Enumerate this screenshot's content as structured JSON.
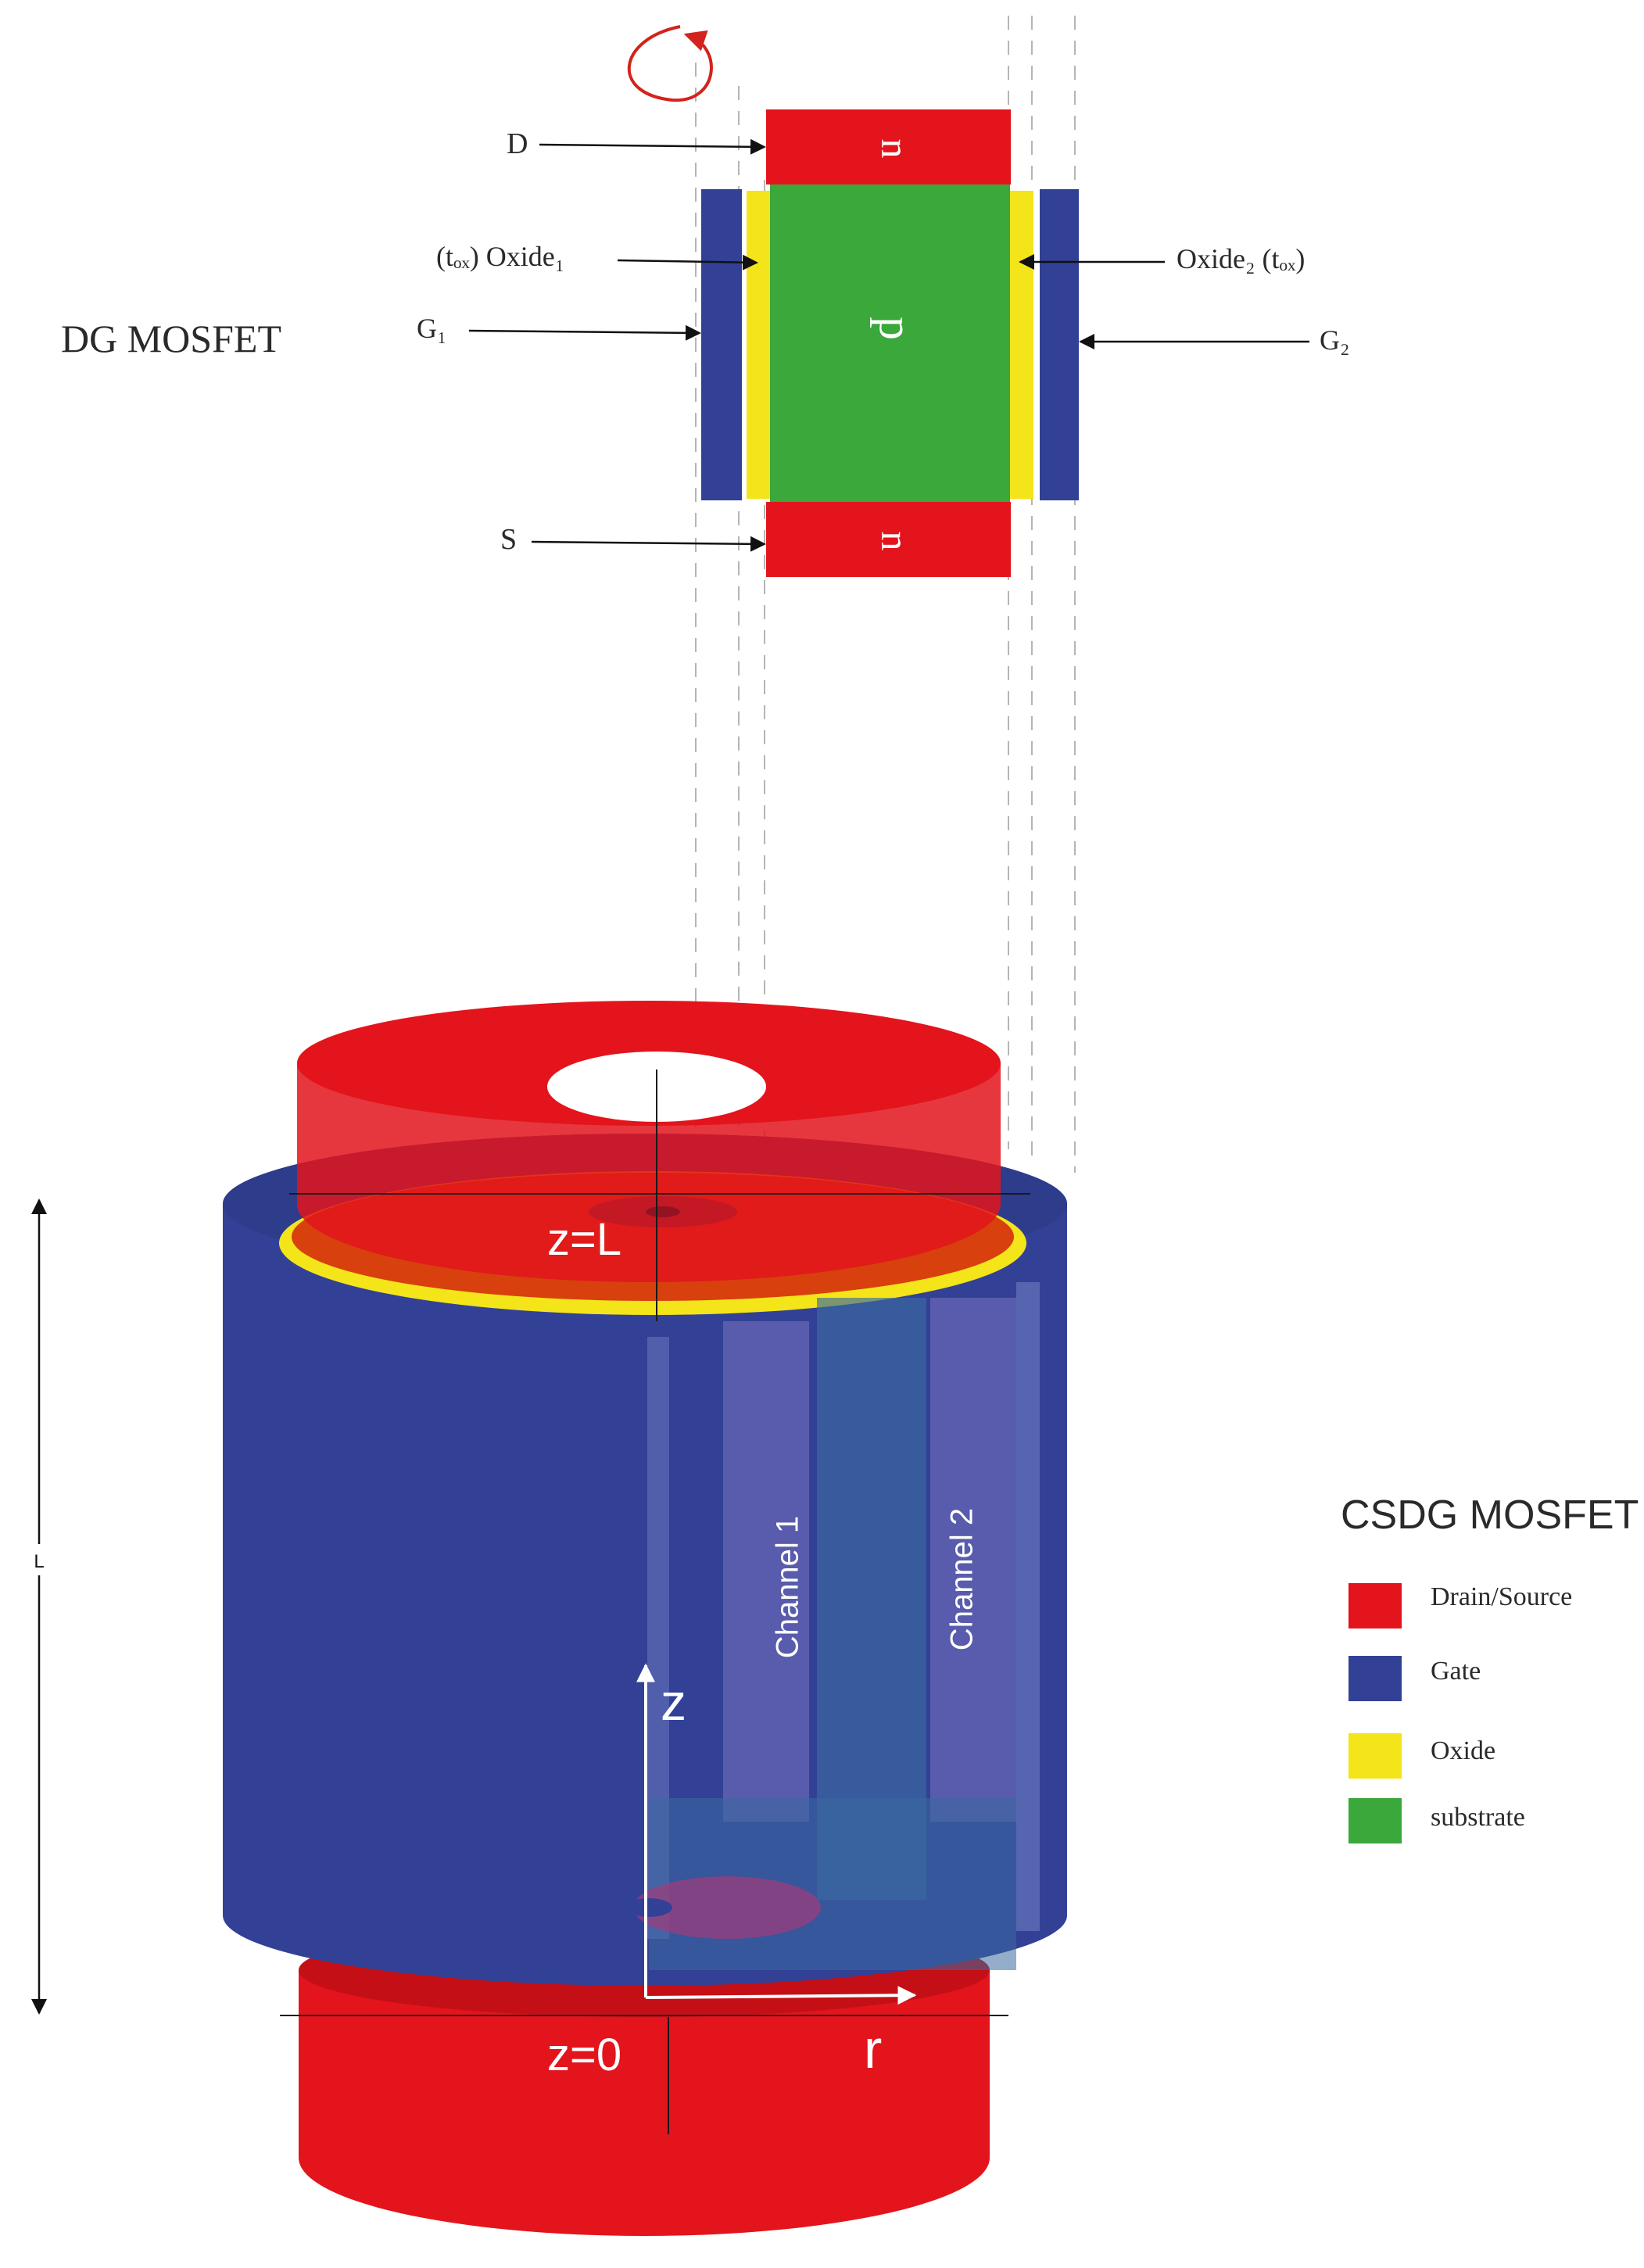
{
  "dg": {
    "title": "DG MOSFET",
    "drain_label": "D",
    "source_label": "S",
    "gate1_label": "G₁",
    "gate2_label": "G₂",
    "oxide1_label": "(tₒₓ) Oxide₁",
    "oxide2_label": "Oxide₂ (tₒₓ)",
    "n_top": "n",
    "n_bottom": "n",
    "p_body": "p"
  },
  "csdg": {
    "z_top_label": "z=L",
    "z_bottom_label": "z=0",
    "z_axis_label": "z",
    "r_axis_label": "r",
    "length_label": "L",
    "channel1_label": "Channel 1",
    "channel2_label": "Channel 2"
  },
  "legend": {
    "title": "CSDG MOSFET",
    "items": [
      {
        "label": "Drain/Source",
        "color": "#e3141c"
      },
      {
        "label": "Gate",
        "color": "#324196"
      },
      {
        "label": "Oxide",
        "color": "#f4e41a"
      },
      {
        "label": "substrate",
        "color": "#3aa83a"
      }
    ]
  },
  "colors": {
    "drain_source": "#e3141c",
    "gate": "#324196",
    "oxide": "#f4e41a",
    "substrate": "#3aa83a",
    "rotation_arrow": "#d3231c"
  }
}
